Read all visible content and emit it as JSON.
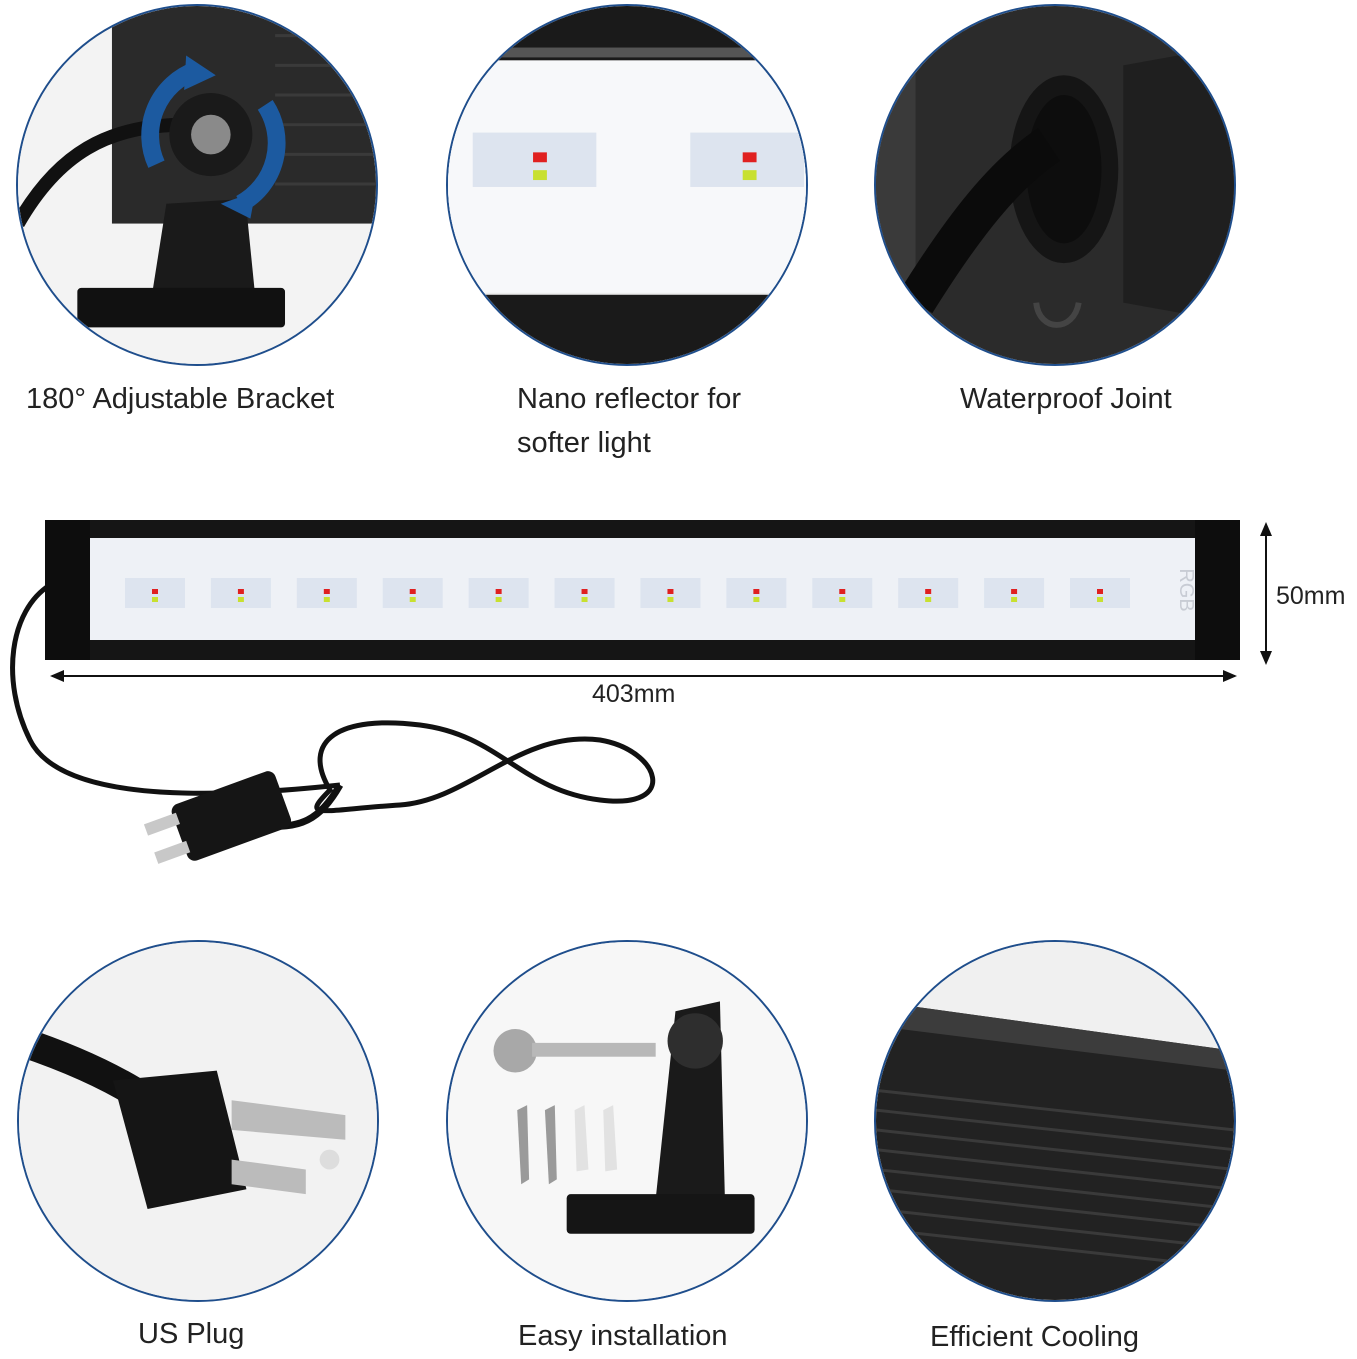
{
  "features_top": [
    {
      "caption": "180° Adjustable Bracket",
      "icon": "rotate-arrows-icon"
    },
    {
      "caption_line1": "Nano reflector for",
      "caption_line2": "softer light"
    },
    {
      "caption": "Waterproof Joint"
    }
  ],
  "product": {
    "width_label": "403mm",
    "height_label": "50mm",
    "bar_text": "RGB",
    "led_count": 12
  },
  "features_bottom": [
    {
      "caption": "US Plug"
    },
    {
      "caption": "Easy installation"
    },
    {
      "caption": "Efficient Cooling"
    }
  ],
  "colors": {
    "circle_border": "#1f4e8c",
    "rotate_arrow": "#1c5aa0",
    "led_red": "#e02020",
    "led_yellow": "#c8e030"
  }
}
